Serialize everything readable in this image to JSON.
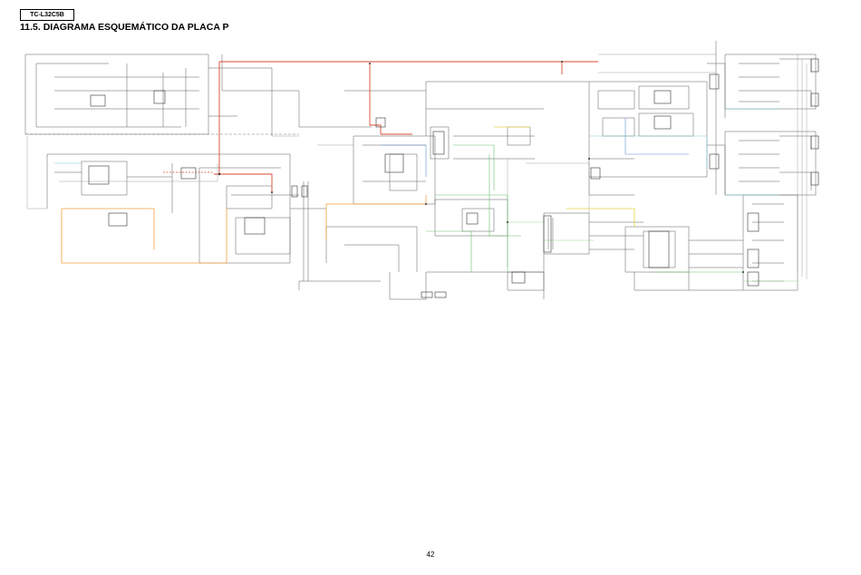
{
  "header": {
    "model": "TC-L32C5B",
    "title": "11.5. DIAGRAMA ESQUEMÁTICO DA PLACA P"
  },
  "footer": {
    "page_number": "42"
  },
  "colors": {
    "wire": "#5c5c5c",
    "red_net": "#d84a2f",
    "orange_net": "#f0a040",
    "green_net": "#6bc06b",
    "blue_net": "#5b8fd1",
    "cyan_net": "#7cc7d6",
    "yellow_net": "#e6d24a"
  }
}
